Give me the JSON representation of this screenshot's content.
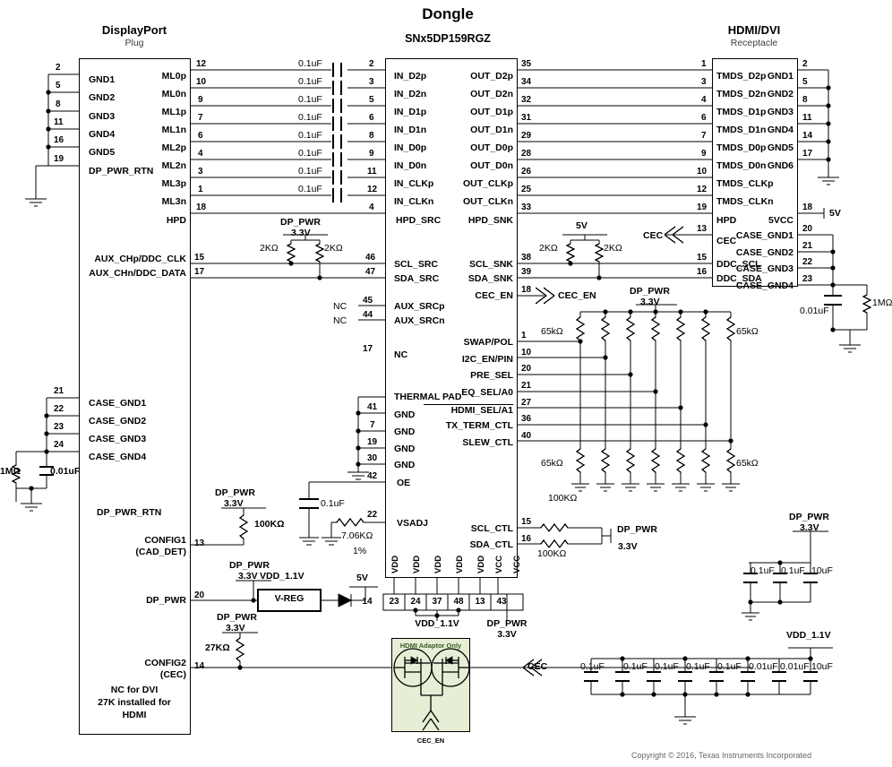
{
  "sheet": {
    "title": "Dongle",
    "copyright": "Copyright © 2016, Texas Instruments Incorporated"
  },
  "connectors": {
    "displayport": {
      "title": "DisplayPort",
      "subtitle": "Plug",
      "left_pins": [
        {
          "num": "2",
          "label": "GND1"
        },
        {
          "num": "5",
          "label": "GND2"
        },
        {
          "num": "8",
          "label": "GND3"
        },
        {
          "num": "11",
          "label": "GND4"
        },
        {
          "num": "16",
          "label": "GND5"
        },
        {
          "num": "19",
          "label": "DP_PWR_RTN"
        }
      ],
      "right_pins": [
        {
          "num": "12",
          "label": "ML0p"
        },
        {
          "num": "10",
          "label": "ML0n"
        },
        {
          "num": "9",
          "label": "ML1p"
        },
        {
          "num": "7",
          "label": "ML1n"
        },
        {
          "num": "6",
          "label": "ML2p"
        },
        {
          "num": "4",
          "label": "ML2n"
        },
        {
          "num": "3",
          "label": "ML3p"
        },
        {
          "num": "1",
          "label": "ML3n"
        },
        {
          "num": "18",
          "label": "HPD"
        }
      ],
      "aux_pins": [
        {
          "num": "15",
          "label": "AUX_CHp/DDC_CLK"
        },
        {
          "num": "17",
          "label": "AUX_CHn/DDC_DATA"
        }
      ],
      "case_pins": [
        {
          "num": "21",
          "label": "CASE_GND1"
        },
        {
          "num": "22",
          "label": "CASE_GND2"
        },
        {
          "num": "23",
          "label": "CASE_GND3"
        },
        {
          "num": "24",
          "label": "CASE_GND4"
        }
      ],
      "misc_labels": [
        "DP_PWR_RTN"
      ],
      "config_pins": [
        {
          "num": "13",
          "label": "CONFIG1",
          "label2": "(CAD_DET)"
        },
        {
          "num": "20",
          "label": "DP_PWR",
          "label2": ""
        },
        {
          "num": "14",
          "label": "CONFIG2",
          "label2": "(CEC)"
        }
      ],
      "footnote": "NC for DVI\n27K installed for\nHDMI"
    },
    "hdmi": {
      "title": "HDMI/DVI",
      "subtitle": "Receptacle",
      "left_pins": [
        {
          "num": "1",
          "label": "TMDS_D2p"
        },
        {
          "num": "3",
          "label": "TMDS_D2n"
        },
        {
          "num": "4",
          "label": "TMDS_D1p"
        },
        {
          "num": "6",
          "label": "TMDS_D1n"
        },
        {
          "num": "7",
          "label": "TMDS_D0p"
        },
        {
          "num": "9",
          "label": "TMDS_D0n"
        },
        {
          "num": "10",
          "label": "TMDS_CLKp"
        },
        {
          "num": "12",
          "label": "TMDS_CLKn"
        },
        {
          "num": "19",
          "label": "HPD"
        },
        {
          "num": "13",
          "label": "CEC"
        },
        {
          "num": "15",
          "label": "DDC_SCL"
        },
        {
          "num": "16",
          "label": "DDC_SDA"
        }
      ],
      "right_pins": [
        {
          "num": "2",
          "label": "GND1"
        },
        {
          "num": "5",
          "label": "GND2"
        },
        {
          "num": "8",
          "label": "GND3"
        },
        {
          "num": "11",
          "label": "GND4"
        },
        {
          "num": "14",
          "label": "GND5"
        },
        {
          "num": "17",
          "label": "GND6"
        },
        {
          "num": "18",
          "label": "5VCC"
        },
        {
          "num": "20",
          "label": "CASE_GND1"
        },
        {
          "num": "21",
          "label": "CASE_GND2"
        },
        {
          "num": "22",
          "label": "CASE_GND3"
        },
        {
          "num": "23",
          "label": "CASE_GND4"
        }
      ]
    }
  },
  "ic": {
    "part_number": "SNx5DP159RGZ",
    "in_pins": [
      {
        "num": "2",
        "label": "IN_D2p"
      },
      {
        "num": "3",
        "label": "IN_D2n"
      },
      {
        "num": "5",
        "label": "IN_D1p"
      },
      {
        "num": "6",
        "label": "IN_D1n"
      },
      {
        "num": "8",
        "label": "IN_D0p"
      },
      {
        "num": "9",
        "label": "IN_D0n"
      },
      {
        "num": "11",
        "label": "IN_CLKp"
      },
      {
        "num": "12",
        "label": "IN_CLKn"
      },
      {
        "num": "4",
        "label": "HPD_SRC"
      }
    ],
    "out_pins": [
      {
        "num": "35",
        "label": "OUT_D2p"
      },
      {
        "num": "34",
        "label": "OUT_D2n"
      },
      {
        "num": "32",
        "label": "OUT_D1p"
      },
      {
        "num": "31",
        "label": "OUT_D1n"
      },
      {
        "num": "29",
        "label": "OUT_D0p"
      },
      {
        "num": "28",
        "label": "OUT_D0n"
      },
      {
        "num": "26",
        "label": "OUT_CLKp"
      },
      {
        "num": "25",
        "label": "OUT_CLKn"
      },
      {
        "num": "33",
        "label": "HPD_SNK"
      }
    ],
    "src_pins": [
      {
        "num": "46",
        "label": "SCL_SRC"
      },
      {
        "num": "47",
        "label": "SDA_SRC"
      }
    ],
    "snk_pins": [
      {
        "num": "38",
        "label": "SCL_SNK"
      },
      {
        "num": "39",
        "label": "SDA_SNK"
      },
      {
        "num": "18",
        "label": "CEC_EN"
      }
    ],
    "aux_src_pins": [
      {
        "num": "45",
        "label": "AUX_SRCp",
        "nc": "NC"
      },
      {
        "num": "44",
        "label": "AUX_SRCn",
        "nc": "NC"
      },
      {
        "num": "17",
        "label": "NC",
        "nc": ""
      }
    ],
    "ctrl_pins": [
      {
        "num": "1",
        "label": "SWAP/POL",
        "overline": false
      },
      {
        "num": "10",
        "label": "I2C_EN/PIN",
        "overline": false
      },
      {
        "num": "20",
        "label": "PRE_SEL",
        "overline": false
      },
      {
        "num": "21",
        "label": "EQ_SEL/A0",
        "overline": false
      },
      {
        "num": "27",
        "label": "HDMI_SEL/A1",
        "overline": true
      },
      {
        "num": "36",
        "label": "TX_TERM_CTL",
        "overline": false
      },
      {
        "num": "40",
        "label": "SLEW_CTL",
        "overline": false
      }
    ],
    "gnd_pins": [
      {
        "num": "",
        "label": "THERMAL PAD"
      },
      {
        "num": "41",
        "label": "GND"
      },
      {
        "num": "7",
        "label": "GND"
      },
      {
        "num": "19",
        "label": "GND"
      },
      {
        "num": "30",
        "label": "GND"
      }
    ],
    "analog_pins": [
      {
        "num": "42",
        "label": "OE"
      },
      {
        "num": "22",
        "label": "VSADJ"
      }
    ],
    "ctl_pins": [
      {
        "num": "15",
        "label": "SCL_CTL"
      },
      {
        "num": "16",
        "label": "SDA_CTL"
      }
    ],
    "power_pins": {
      "vdd_label": "VDD",
      "vcc_label": "VCC",
      "vdd_nums": [
        "14",
        "23",
        "24",
        "37",
        "48"
      ],
      "vcc_nums": [
        "13",
        "43"
      ],
      "vdd_rail": "VDD_1.1V",
      "vcc_rail": "DP_PWR",
      "vcc_rail2": "3.3V"
    }
  },
  "components": {
    "ac_caps": [
      "0.1uF",
      "0.1uF",
      "0.1uF",
      "0.1uF",
      "0.1uF",
      "0.1uF",
      "0.1uF",
      "0.1uF"
    ],
    "ddc_pullups": {
      "rail": "DP_PWR",
      "rail2": "3.3V",
      "r1": "2KΩ",
      "r2": "2KΩ"
    },
    "hdmi_ddc_pullups": {
      "rail": "5V",
      "r1": "2KΩ",
      "r2": "2KΩ"
    },
    "ctrl_pullups_top": {
      "rail": "DP_PWR",
      "rail2": "3.3V",
      "left_val": "65kΩ",
      "right_val": "65kΩ"
    },
    "ctrl_pulldowns": {
      "left_val": "65kΩ",
      "right_val": "65kΩ",
      "bottom_label": "100KΩ"
    },
    "dp_case_gnd": {
      "r": "1MΩ",
      "c": "0.01uF"
    },
    "hdmi_case_gnd": {
      "r": "1MΩ",
      "c": "0.01uF"
    },
    "config1": {
      "rail": "DP_PWR",
      "rail2": "3.3V",
      "r": "100KΩ"
    },
    "config2": {
      "rail": "DP_PWR",
      "rail2": "3.3V",
      "r": "27KΩ"
    },
    "vreg": {
      "label": "V-REG",
      "in_rail": "DP_PWR",
      "in_rail2": "3.3V",
      "out_rail": "VDD_1.1V",
      "diode_rail": "5V"
    },
    "oe_cap": "0.1uF",
    "vsadj": {
      "r": "7.06KΩ",
      "tol": "1%"
    },
    "ctl_pullups": {
      "r": "100KΩ",
      "rail": "DP_PWR",
      "rail2": "3.3V"
    },
    "hdmi_5v": {
      "label": "5V"
    },
    "cec_block": {
      "title": "HDMI Adaptor Only",
      "caption": "CEC_EN",
      "net": "CEC"
    },
    "cec_net_hdmi": "CEC",
    "cec_en_net": "CEC_EN",
    "dp_pwr_cap_bank": {
      "rail": "DP_PWR",
      "rail2": "3.3V",
      "caps": [
        "0.1uF",
        "0.1uF",
        "10uF"
      ]
    },
    "vdd_cap_bank": {
      "rail": "VDD_1.1V",
      "caps": [
        "0.1uF",
        "0.1uF",
        "0.1uF",
        "0.1uF",
        "0.1uF",
        "0.01uF",
        "0.01uF",
        "10uF"
      ]
    }
  },
  "colors": {
    "line": "#000000",
    "green_block": "#e6eed5",
    "subtitle": "#3b3b3b",
    "copyright": "#666666"
  }
}
